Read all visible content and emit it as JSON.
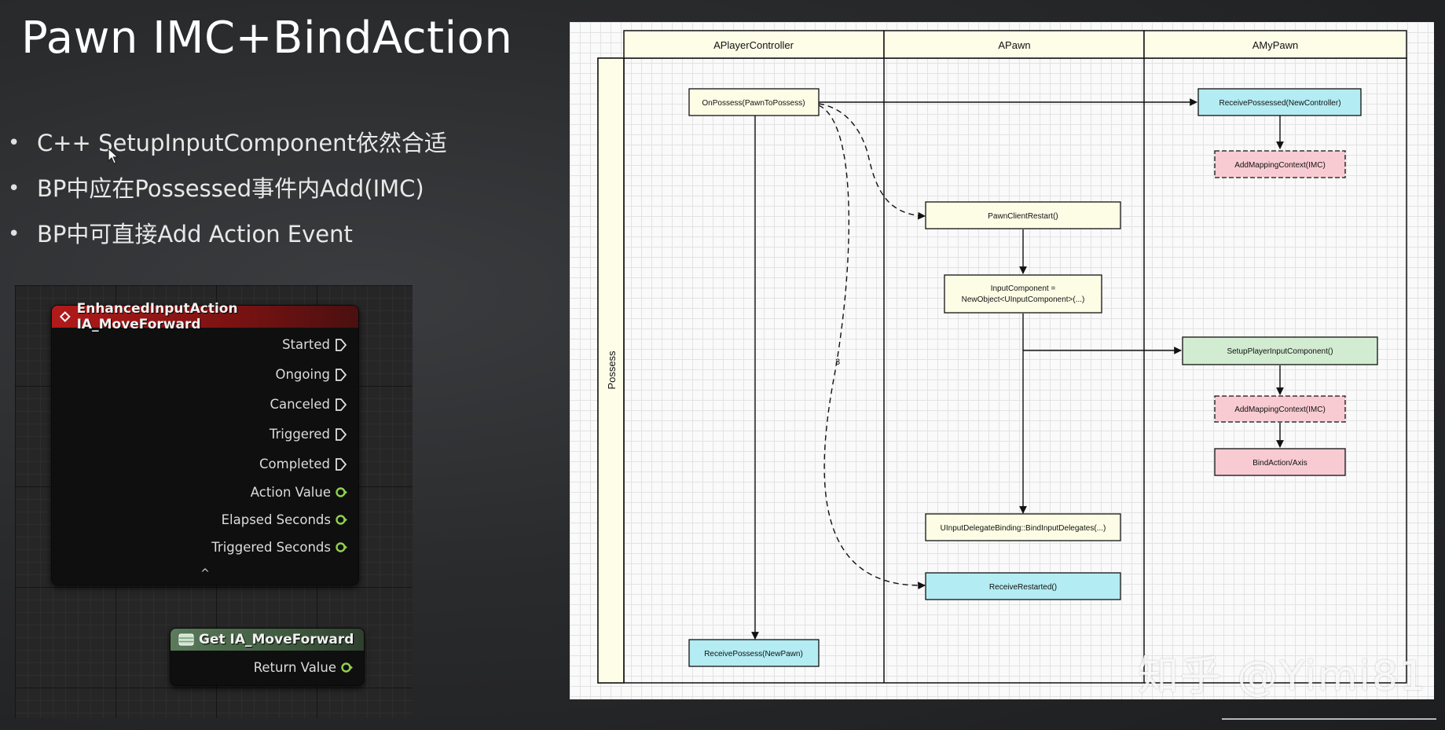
{
  "slide": {
    "title": "Pawn IMC+BindAction",
    "bullets": [
      "C++ SetupInputComponent依然合适",
      "BP中应在Possessed事件内Add(IMC)",
      "BP中可直接Add Action Event"
    ],
    "bullet_glyph": "•"
  },
  "blueprint": {
    "event_node": {
      "title": "EnhancedInputAction IA_MoveForward",
      "exec_pins": [
        "Started",
        "Ongoing",
        "Canceled",
        "Triggered",
        "Completed"
      ],
      "data_pins": [
        "Action Value",
        "Elapsed Seconds",
        "Triggered Seconds"
      ],
      "collapse_glyph": "^",
      "header_color": "#a01818",
      "data_pin_color": "#8fd14f"
    },
    "getter_node": {
      "title": "Get IA_MoveForward",
      "output_pin": "Return Value",
      "header_color": "#4e6b4e"
    }
  },
  "diagram": {
    "lane_group_label": "Possess",
    "lanes": [
      "APlayerController",
      "APawn",
      "AMyPawn"
    ],
    "nodes": {
      "on_possess": "OnPossess(PawnToPossess)",
      "receive_possess": "ReceivePossess(NewPawn)",
      "pawn_client_restart": "PawnClientRestart()",
      "input_component_line1": "InputComponent =",
      "input_component_line2": "NewObject<UInputComponent>(...)",
      "bind_input_delegates": "UInputDelegateBinding::BindInputDelegates(...)",
      "receive_restarted": "ReceiveRestarted()",
      "receive_possessed": "ReceivePossessed(NewController)",
      "add_mapping_context_1": "AddMappingContext(IMC)",
      "setup_player_input": "SetupPlayerInputComponent()",
      "add_mapping_context_2": "AddMappingContext(IMC)",
      "bind_action_axis": "BindAction/Axis"
    },
    "edge_label": "3",
    "colors": {
      "yellow_node": "#fdfde6",
      "blue_node": "#b3ecf2",
      "green_node": "#d2ecd2",
      "pink_node": "#f8cbd3"
    }
  },
  "watermark": "知乎 @Yimi81"
}
